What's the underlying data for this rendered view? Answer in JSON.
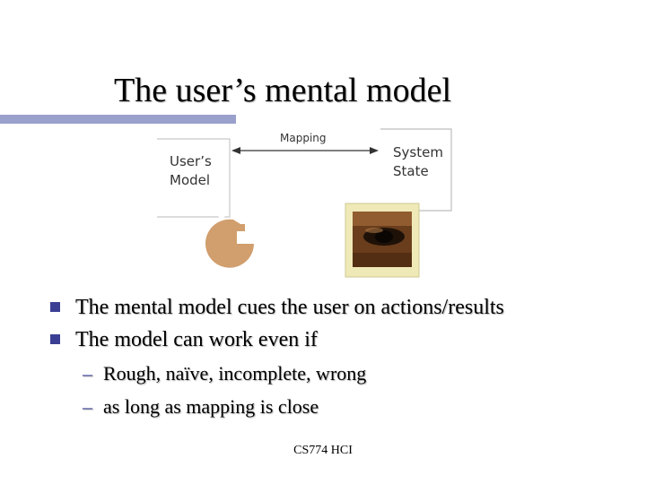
{
  "slide": {
    "title": "The user’s mental model",
    "footer": "CS774 HCI"
  },
  "diagram": {
    "mapping_label": "Mapping",
    "left_label_line1": "User’s",
    "left_label_line2": "Model",
    "right_label_line1": "System",
    "right_label_line2": "State"
  },
  "bullets": [
    "The mental model cues the user on actions/results",
    "The model can work even if"
  ],
  "sub_bullets": [
    {
      "dash": "–",
      "text": "Rough, naïve, incomplete, wrong"
    },
    {
      "dash": "–",
      "text": "as long as mapping is close"
    }
  ],
  "colors": {
    "title_bar": "#9aa0cc",
    "bullet_marker": "#3b3f94",
    "head": "#d19e6d",
    "frame": "#efe9b8"
  }
}
